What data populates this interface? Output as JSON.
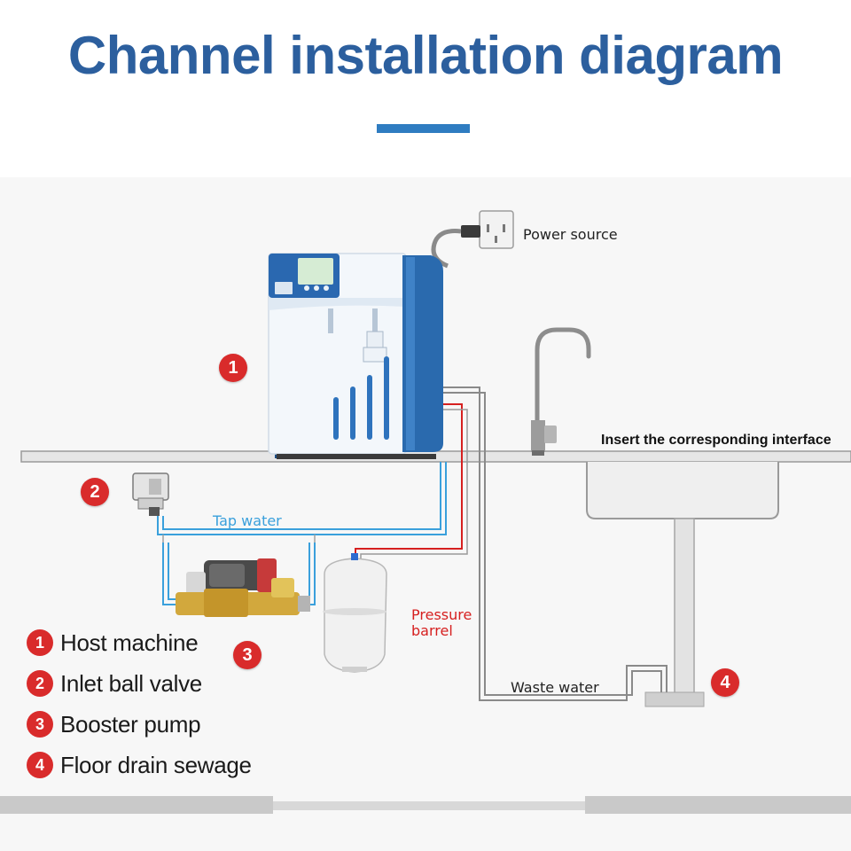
{
  "header": {
    "title": "Channel installation diagram"
  },
  "labels": {
    "power_source": "Power source",
    "insert_interface": "Insert the corresponding interface",
    "tap_water": "Tap water",
    "pressure_barrel": "Pressure barrel",
    "waste_water": "Waste water"
  },
  "badges": [
    "1",
    "2",
    "3",
    "4"
  ],
  "legend": [
    {
      "num": "1",
      "text": "Host machine"
    },
    {
      "num": "2",
      "text": "Inlet ball valve"
    },
    {
      "num": "3",
      "text": "Booster pump"
    },
    {
      "num": "4",
      "text": "Floor drain sewage"
    }
  ],
  "colors": {
    "title": "#2c5f9e",
    "accent": "#2f7cc1",
    "badge": "#d92b2b",
    "tap_water_line": "#3aa0dc",
    "pure_water_line": "#d62020",
    "waste_line": "#8a8a8a"
  }
}
